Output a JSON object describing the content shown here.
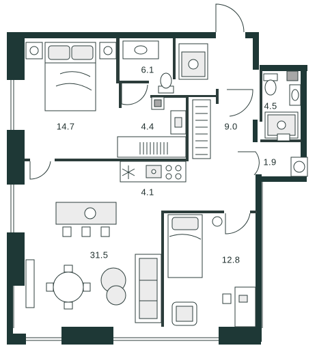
{
  "colors": {
    "wall": "#1e3836",
    "line": "#2c3d3b",
    "fill": "#ececec",
    "accent": "#a7a7a7",
    "background": "#ffffff"
  },
  "rooms": [
    {
      "id": "bedroom",
      "area": "14.7"
    },
    {
      "id": "bathroom",
      "area": "6.1"
    },
    {
      "id": "hall",
      "area": "4.4"
    },
    {
      "id": "corridor",
      "area": "9.0"
    },
    {
      "id": "wc",
      "area": "4.5"
    },
    {
      "id": "utility",
      "area": "1.9"
    },
    {
      "id": "kitchen",
      "area": "4.1"
    },
    {
      "id": "living",
      "area": "31.5"
    },
    {
      "id": "bedroom-2",
      "area": "12.8"
    }
  ],
  "icons": [
    "double-bed-icon",
    "single-bed-icon",
    "sofa-icon",
    "armchair-icon",
    "bathtub-icon",
    "shower-icon",
    "toilet-icon",
    "washbasin-icon",
    "hob-icon",
    "sink-icon",
    "fridge-icon",
    "washing-machine-icon",
    "dining-table-icon",
    "round-table-icon",
    "desk-icon",
    "chair-icon",
    "wardrobe-icon",
    "plant-icon",
    "tv-icon"
  ]
}
